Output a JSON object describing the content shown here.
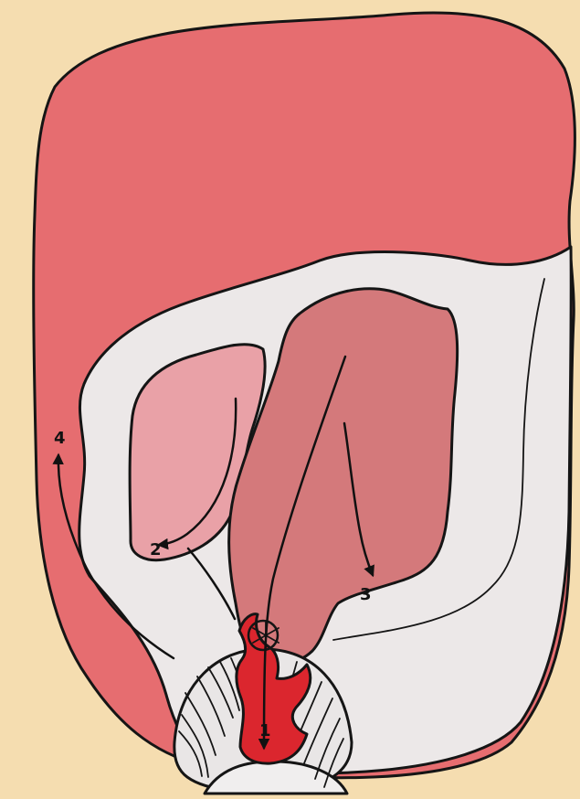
{
  "diagram": {
    "labels": [
      "1",
      "2",
      "3",
      "4"
    ],
    "colors": {
      "background": "#f5ddb0",
      "outer_tissue": "#e66d70",
      "white_region": "#ece8e8",
      "left_chamber": "#e9a1a7",
      "right_chamber": "#d4797b",
      "center_bleed": "#db262e",
      "outline": "#151515"
    },
    "shapes": [
      "outer-tissue",
      "white-area",
      "left-chamber",
      "right-chamber",
      "central-opening",
      "red-central-region",
      "small-circle-marker"
    ]
  }
}
